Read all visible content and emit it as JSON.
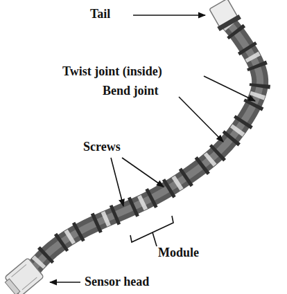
{
  "diagram": {
    "labels": [
      "Tail",
      "Twist joint (inside)",
      "Bend joint",
      "Screws",
      "Module",
      "Sensor head"
    ]
  }
}
